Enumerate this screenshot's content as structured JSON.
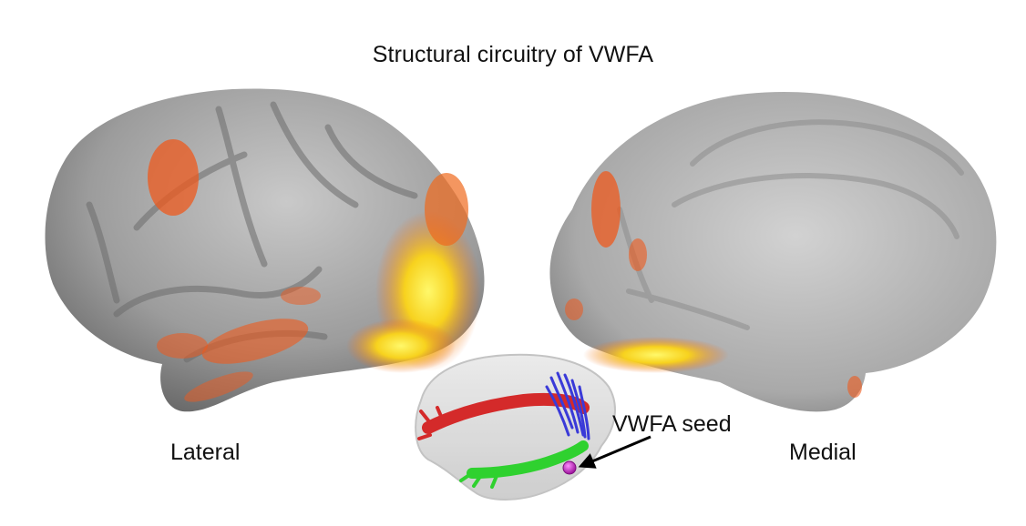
{
  "figure": {
    "title": "Structural circuitry of VWFA",
    "labels": {
      "lateral": "Lateral",
      "medial": "Medial",
      "seed": "VWFA seed"
    }
  },
  "colors": {
    "cortex": "#9a9a9a",
    "activation_low": "#e8501f",
    "activation_high": "#fff23a",
    "tract_red": "#d42a2a",
    "tract_blue": "#3a3ad8",
    "tract_green": "#2fd12f",
    "seed": "#d62ad6",
    "arrow": "#000000"
  }
}
